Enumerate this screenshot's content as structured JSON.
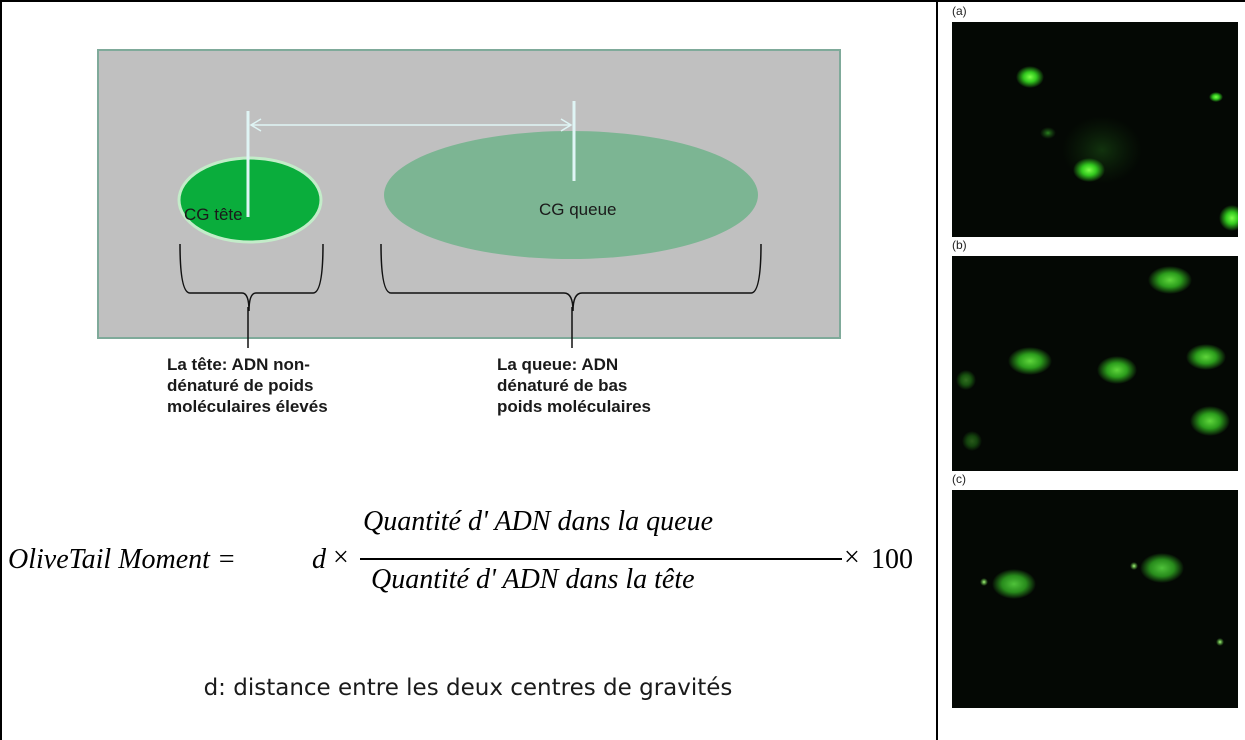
{
  "diagram": {
    "head_label": "CG tête",
    "tail_label": "CG queue",
    "head_caption": [
      "La tête: ADN non-",
      "dénaturé de poids",
      "moléculaires élevés"
    ],
    "tail_caption": [
      "La queue: ADN",
      "dénaturé de bas",
      "poids moléculaires"
    ],
    "colors": {
      "background": "#c0c0c0",
      "head": "#0aad3c",
      "tail": "#7cb593",
      "line": "#dff5f5"
    }
  },
  "formula": {
    "lhs": "OliveTail Moment =",
    "d": "d",
    "times": "×",
    "numerator": "Quantité d' ADN dans la queue",
    "denominator": "Quantité d' ADN dans la tête",
    "factor": "100"
  },
  "definition": "d: distance entre les deux centres de gravités",
  "micrographs": [
    {
      "label": "(a)",
      "icon": "comet-assay-image"
    },
    {
      "label": "(b)",
      "icon": "comet-assay-image"
    },
    {
      "label": "(c)",
      "icon": "comet-assay-image"
    }
  ]
}
